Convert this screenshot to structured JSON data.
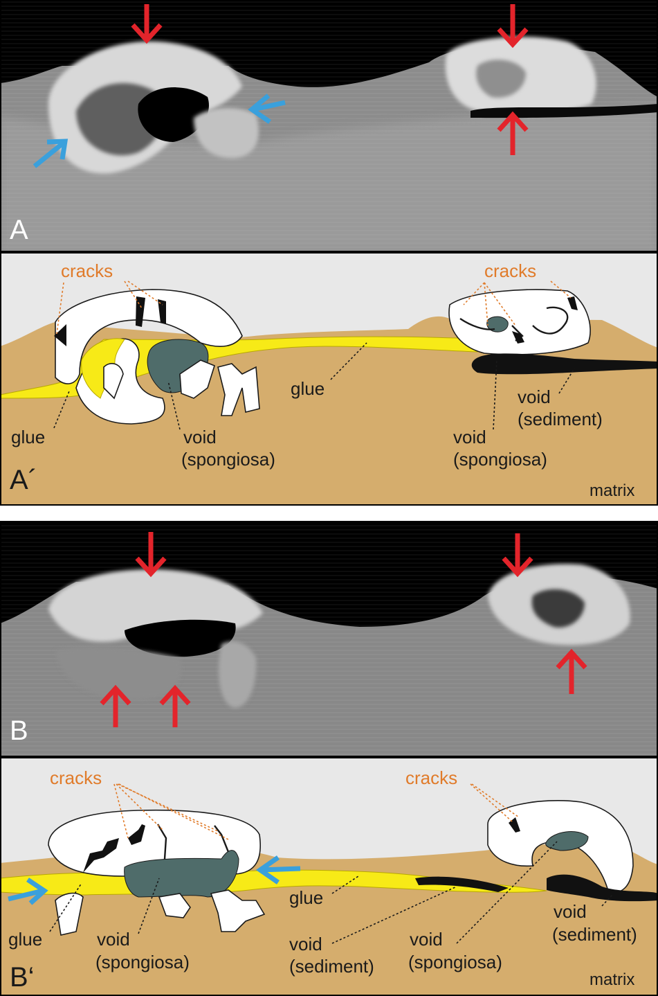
{
  "panels": {
    "a": {
      "label": "A"
    },
    "a_prime": {
      "label": "A´",
      "labels": {
        "cracks_left": "cracks",
        "cracks_right": "cracks",
        "glue_left": "glue",
        "glue_center": "glue",
        "void_spongiosa_left_1": "void",
        "void_spongiosa_left_2": "(spongiosa)",
        "void_spongiosa_right_1": "void",
        "void_spongiosa_right_2": "(spongiosa)",
        "void_sediment_1": "void",
        "void_sediment_2": "(sediment)",
        "matrix": "matrix"
      }
    },
    "b": {
      "label": "B"
    },
    "b_prime": {
      "label": "B‘",
      "labels": {
        "cracks_left": "cracks",
        "cracks_right": "cracks",
        "glue_left": "glue",
        "glue_center": "glue",
        "void_spongiosa_left_1": "void",
        "void_spongiosa_left_2": "(spongiosa)",
        "void_sediment_center_1": "void",
        "void_sediment_center_2": "(sediment)",
        "void_spongiosa_right_1": "void",
        "void_spongiosa_right_2": "(spongiosa)",
        "void_sediment_right_1": "void",
        "void_sediment_right_2": "(sediment)",
        "matrix": "matrix"
      }
    }
  },
  "colors": {
    "arrow_red": "#e3242b",
    "arrow_blue": "#3aa0dc",
    "cracks_label": "#e07b2a",
    "glue": "#f7ea17",
    "matrix": "#d5ad6d",
    "void": "#4f6c6a",
    "sediment_void": "#111111"
  }
}
